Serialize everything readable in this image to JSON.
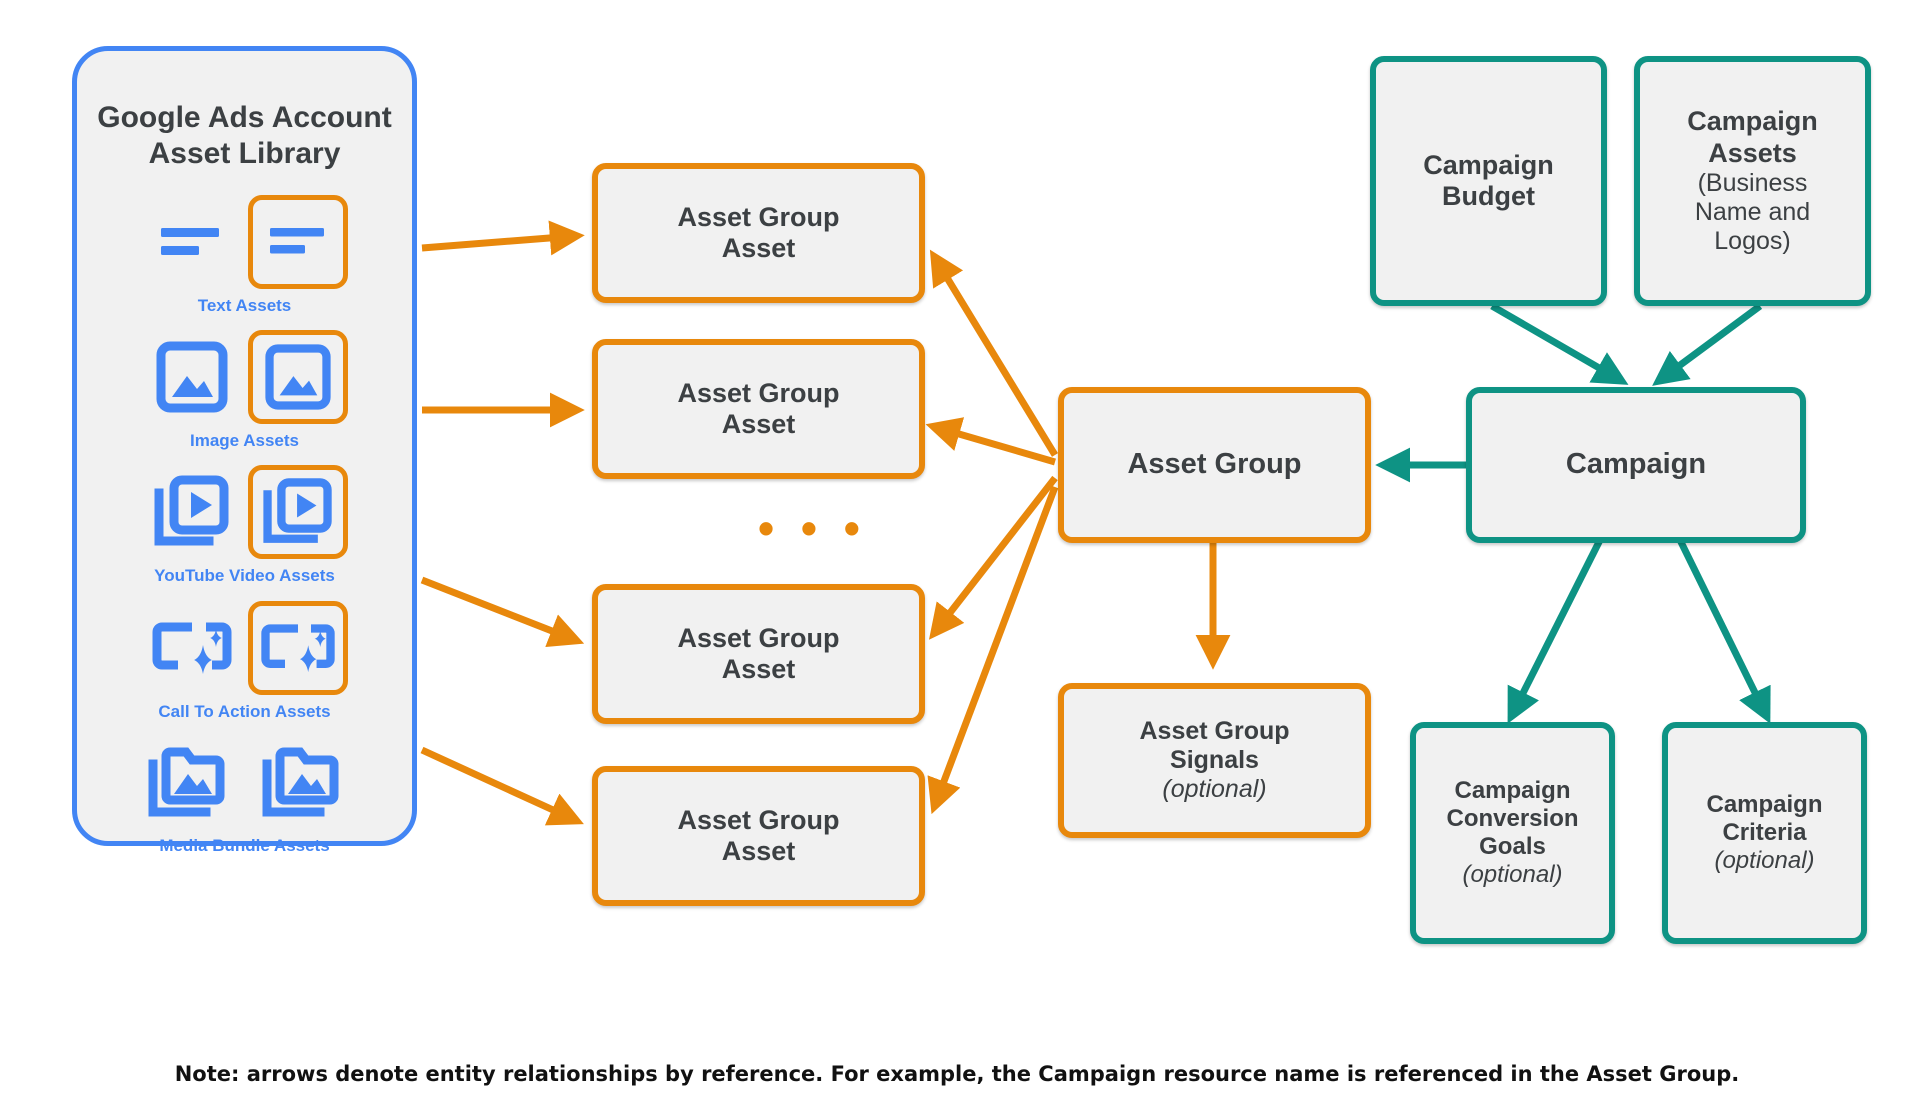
{
  "library": {
    "title_line1": "Google Ads Account",
    "title_line2": "Asset Library",
    "border_color": "#4285F4",
    "asset_types": [
      {
        "label": "Text Assets",
        "icon": "text-asset-icon"
      },
      {
        "label": "Image Assets",
        "icon": "image-asset-icon"
      },
      {
        "label": "YouTube Video  Assets",
        "icon": "video-asset-icon"
      },
      {
        "label": "Call To Action Assets",
        "icon": "call-to-action-asset-icon"
      },
      {
        "label": "Media Bundle  Assets",
        "icon": "media-bundle-asset-icon"
      }
    ]
  },
  "asset_group_assets": [
    {
      "line1": "Asset Group",
      "line2": "Asset"
    },
    {
      "line1": "Asset Group",
      "line2": "Asset"
    },
    {
      "line1": "Asset Group",
      "line2": "Asset"
    },
    {
      "line1": "Asset Group",
      "line2": "Asset"
    }
  ],
  "ellipsis": "• • •",
  "asset_group": {
    "label": "Asset Group"
  },
  "asset_group_signals": {
    "line1": "Asset Group",
    "line2": "Signals",
    "optional": "(optional)"
  },
  "campaign_budget": {
    "line1": "Campaign",
    "line2": "Budget"
  },
  "campaign_assets": {
    "line1": "Campaign",
    "line2": "Assets",
    "sub1": "(Business",
    "sub2": "Name and",
    "sub3": "Logos)"
  },
  "campaign": {
    "label": "Campaign"
  },
  "campaign_conversion_goals": {
    "line1": "Campaign",
    "line2": "Conversion",
    "line3": "Goals",
    "optional": "(optional)"
  },
  "campaign_criteria": {
    "line1": "Campaign",
    "line2": "Criteria",
    "optional": "(optional)"
  },
  "note": "Note: arrows denote entity relationships by reference. For example, the Campaign resource name is referenced in the Asset Group.",
  "colors": {
    "orange": "#E8880C",
    "teal": "#0E9384",
    "blue": "#4285F4",
    "node_fill": "#F1F1F1",
    "text": "#3C4043"
  }
}
